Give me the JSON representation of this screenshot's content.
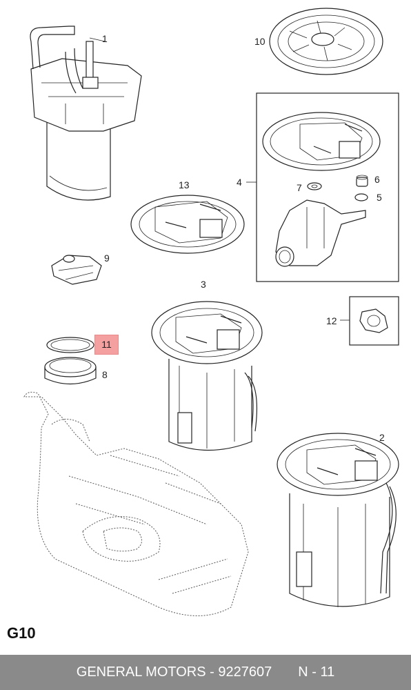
{
  "callouts": {
    "c1": "1",
    "c2": "2",
    "c3": "3",
    "c4": "4",
    "c5": "5",
    "c6": "6",
    "c7": "7",
    "c8": "8",
    "c9": "9",
    "c10": "10",
    "c11": "11",
    "c12": "12",
    "c13": "13"
  },
  "highlight_color": "#f4a0a0",
  "section_code": "G10",
  "footer": {
    "brand_part": "GENERAL MOTORS - 9227607",
    "ref": "N - 11"
  },
  "footer_color": "#8a8a8a"
}
